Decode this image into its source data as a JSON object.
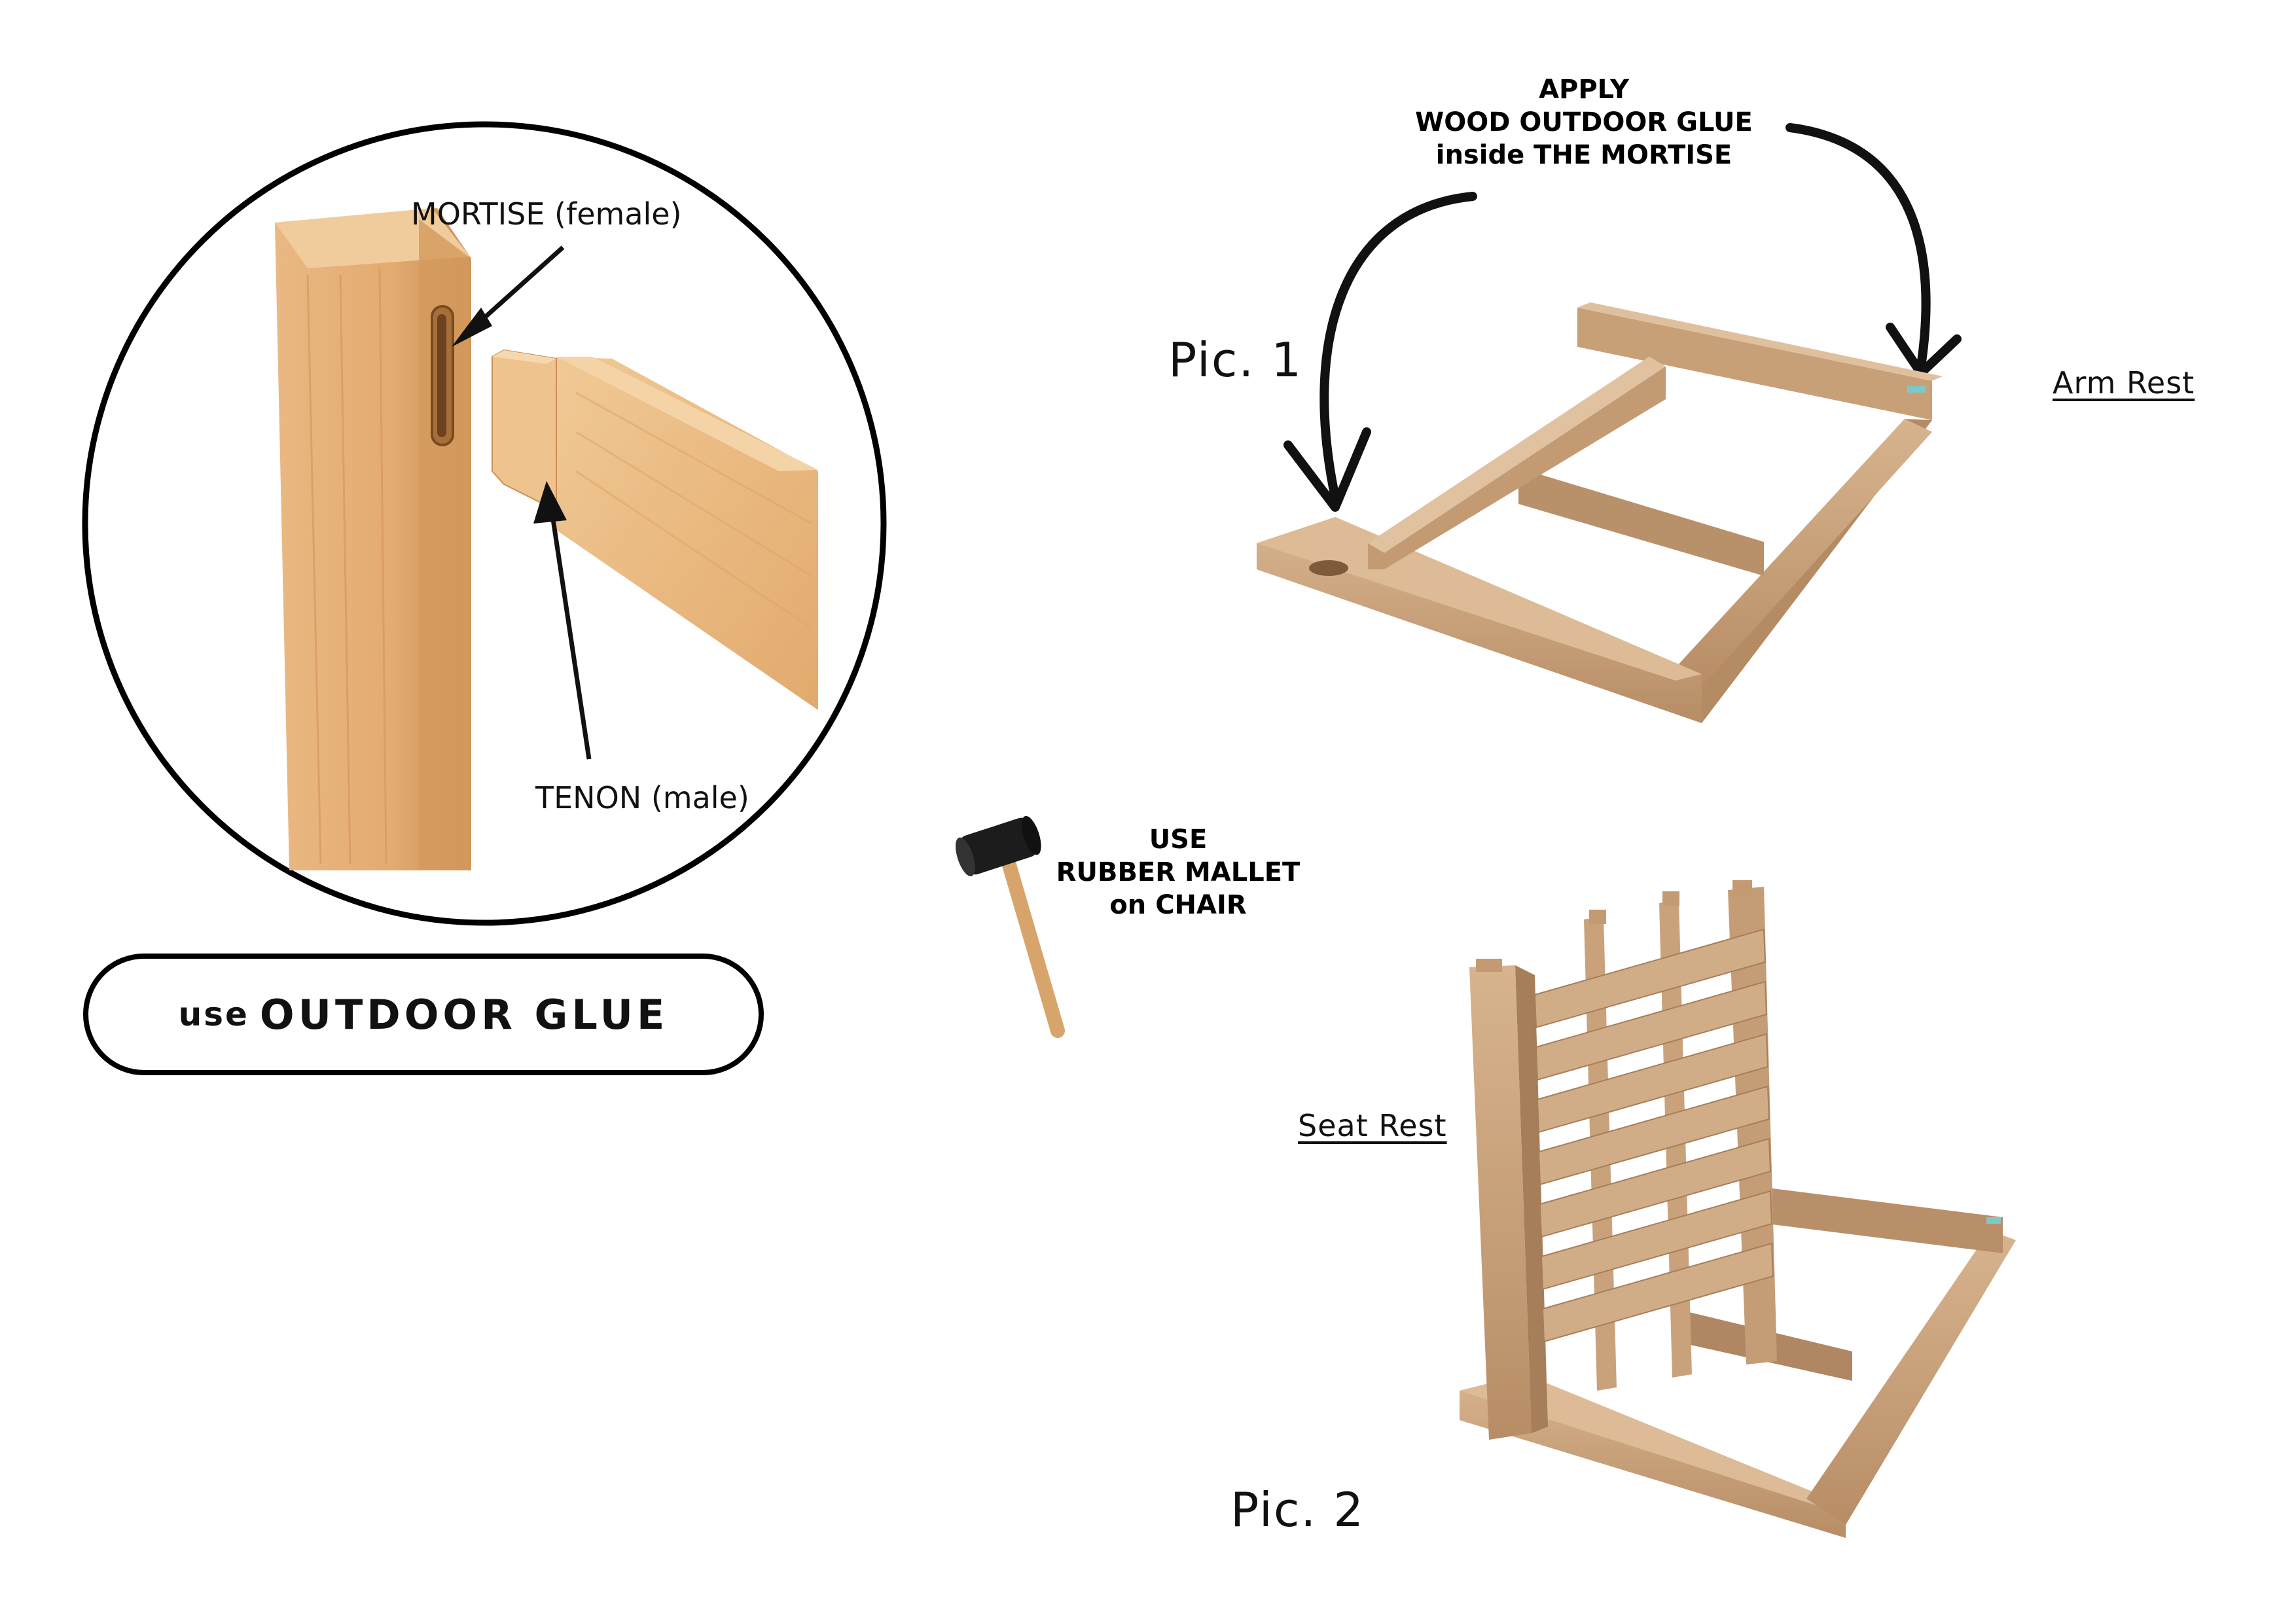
{
  "joint_diagram": {
    "mortise_label": "MORTISE (female)",
    "tenon_label": "TENON (male)"
  },
  "glue_box": {
    "prefix": "use",
    "emphasis": "OUTDOOR GLUE"
  },
  "glue_note": {
    "line1": "APPLY",
    "line2": "WOOD OUTDOOR GLUE",
    "line3": "inside THE MORTISE"
  },
  "mallet_note": {
    "line1": "USE",
    "line2": "RUBBER MALLET",
    "line3": "on CHAIR"
  },
  "pic1": {
    "caption": "Pic. 1",
    "part_label": "Arm Rest"
  },
  "pic2": {
    "caption": "Pic. 2",
    "part_label": "Seat Rest"
  },
  "colors": {
    "wood_light": "#e9b97d",
    "wood_mid": "#d89f62",
    "wood_dark": "#b98449",
    "teak": "#c9a27a",
    "teak_dark": "#9b7553",
    "line": "#111111"
  }
}
